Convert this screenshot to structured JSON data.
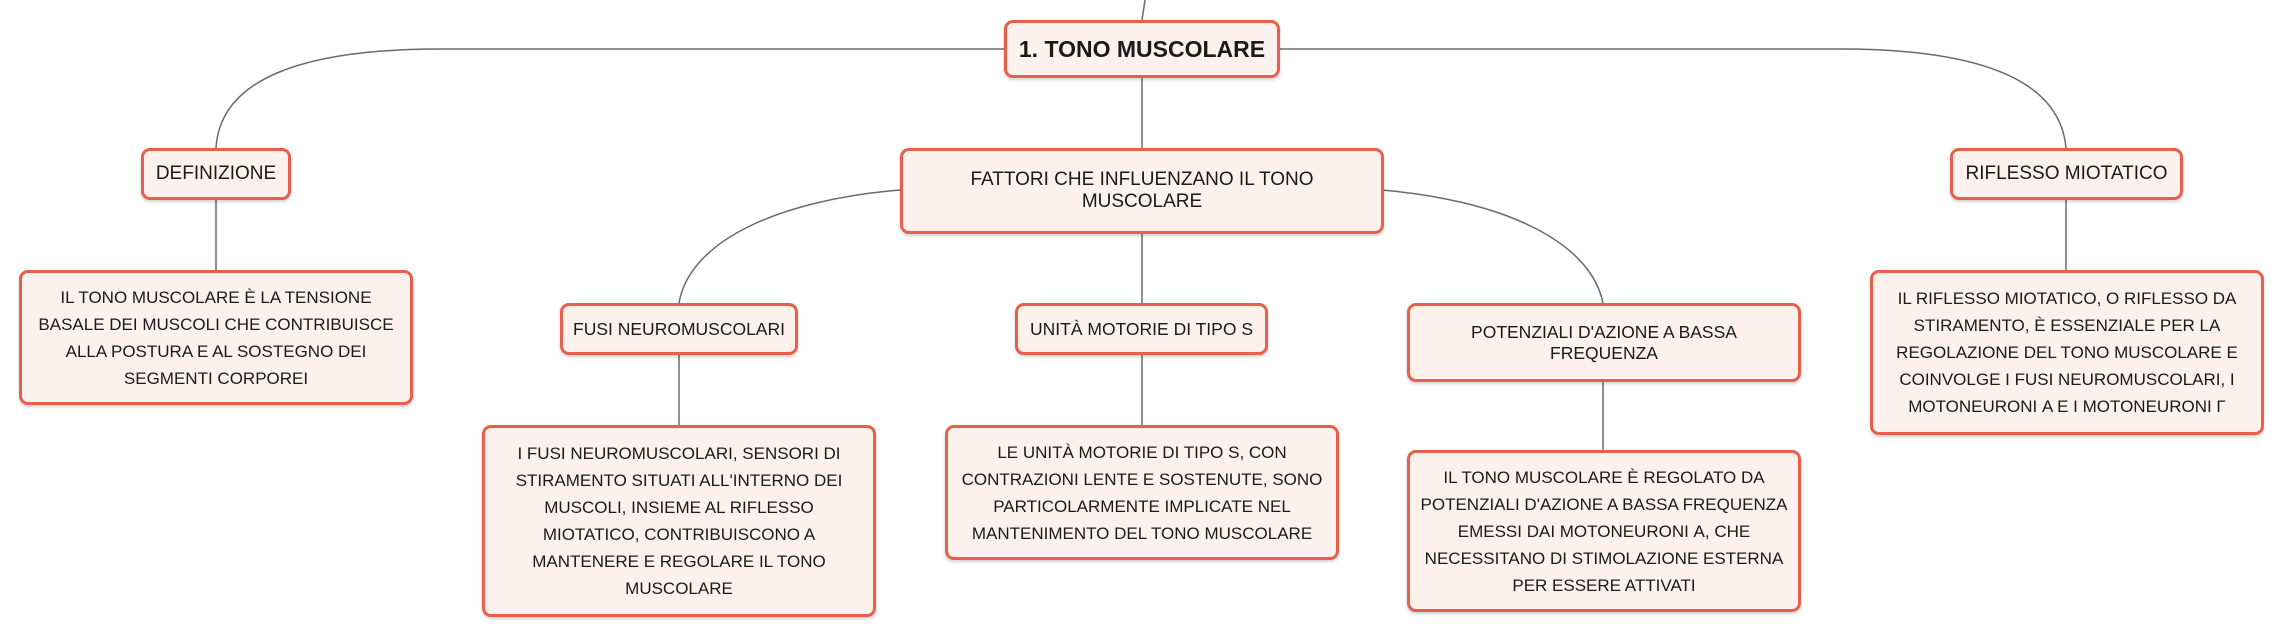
{
  "root": {
    "label": "1. TONO MUSCOLARE"
  },
  "definition": {
    "label": "DEFINIZIONE",
    "text": "IL TONO MUSCOLARE È LA TENSIONE BASALE DEI MUSCOLI CHE CONTRIBUISCE ALLA POSTURA E AL SOSTEGNO DEI SEGMENTI CORPOREI"
  },
  "factors": {
    "label": "FATTORI CHE INFLUENZANO IL TONO MUSCOLARE",
    "items": [
      {
        "label": "FUSI NEUROMUSCOLARI",
        "text": "I FUSI NEUROMUSCOLARI, SENSORI DI STIRAMENTO SITUATI ALL'INTERNO DEI MUSCOLI, INSIEME AL RIFLESSO MIOTATICO, CONTRIBUISCONO A MANTENERE E REGOLARE IL TONO MUSCOLARE"
      },
      {
        "label": "UNITÀ MOTORIE DI TIPO S",
        "text": "LE UNITÀ MOTORIE DI TIPO S, CON CONTRAZIONI LENTE E SOSTENUTE, SONO PARTICOLARMENTE IMPLICATE NEL MANTENIMENTO DEL TONO MUSCOLARE"
      },
      {
        "label": "POTENZIALI D'AZIONE A BASSA FREQUENZA",
        "text": "IL TONO MUSCOLARE È REGOLATO DA POTENZIALI D'AZIONE A BASSA FREQUENZA EMESSI DAI MOTONEURONI Α, CHE NECESSITANO DI STIMOLAZIONE ESTERNA PER ESSERE ATTIVATI"
      }
    ]
  },
  "reflex": {
    "label": "RIFLESSO MIOTATICO",
    "text": "IL RIFLESSO MIOTATICO, O RIFLESSO DA STIRAMENTO, È ESSENZIALE PER LA REGOLAZIONE DEL TONO MUSCOLARE E COINVOLGE I FUSI NEUROMUSCOLARI, I MOTONEURONI Α E I MOTONEURONI Γ"
  },
  "colors": {
    "border": "#e8604c",
    "fill": "#fdf1ed",
    "connector": "#6a6a6a"
  }
}
